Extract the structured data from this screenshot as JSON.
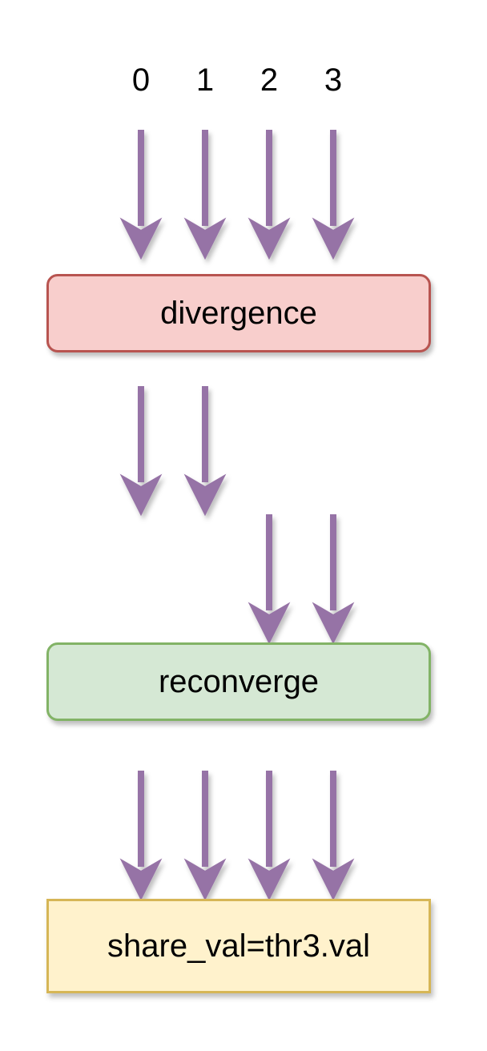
{
  "lanes": [
    "0",
    "1",
    "2",
    "3"
  ],
  "boxes": {
    "divergence": {
      "label": "divergence",
      "fill": "#f8cecc",
      "stroke": "#b85450"
    },
    "reconverge": {
      "label": "reconverge",
      "fill": "#d5e8d4",
      "stroke": "#82b366"
    },
    "share": {
      "label": "share_val=thr3.val",
      "fill": "#fff2cc",
      "stroke": "#d6b656"
    }
  },
  "arrow_color": "#9673a6",
  "arrow_groups": [
    {
      "name": "entry-arrows",
      "lanes": [
        "0",
        "1",
        "2",
        "3"
      ]
    },
    {
      "name": "divergent-path-arrows-a",
      "lanes": [
        "0",
        "1"
      ]
    },
    {
      "name": "divergent-path-arrows-b",
      "lanes": [
        "2",
        "3"
      ]
    },
    {
      "name": "post-reconverge-arrows",
      "lanes": [
        "0",
        "1",
        "2",
        "3"
      ]
    }
  ]
}
